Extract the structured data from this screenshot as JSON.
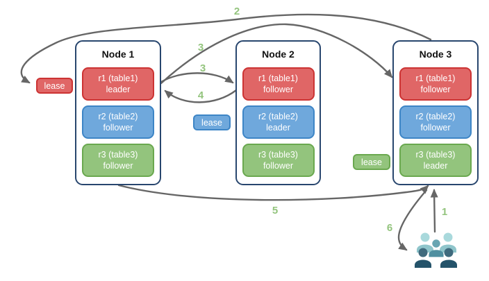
{
  "canvas": {
    "background": "#ffffff"
  },
  "nodes": [
    {
      "title": "Node 1",
      "replicas": [
        {
          "label": "r1 (table1)",
          "role": "leader",
          "color": "red"
        },
        {
          "label": "r2 (table2)",
          "role": "follower",
          "color": "blue"
        },
        {
          "label": "r3 (table3)",
          "role": "follower",
          "color": "green"
        }
      ]
    },
    {
      "title": "Node 2",
      "replicas": [
        {
          "label": "r1 (table1)",
          "role": "follower",
          "color": "red"
        },
        {
          "label": "r2 (table2)",
          "role": "leader",
          "color": "blue"
        },
        {
          "label": "r3 (table3)",
          "role": "follower",
          "color": "green"
        }
      ]
    },
    {
      "title": "Node 3",
      "replicas": [
        {
          "label": "r1 (table1)",
          "role": "follower",
          "color": "red"
        },
        {
          "label": "r2 (table2)",
          "role": "follower",
          "color": "blue"
        },
        {
          "label": "r3 (table3)",
          "role": "leader",
          "color": "green"
        }
      ]
    }
  ],
  "leases": [
    {
      "label": "lease",
      "color": "red"
    },
    {
      "label": "lease",
      "color": "blue"
    },
    {
      "label": "lease",
      "color": "green"
    }
  ],
  "steps": {
    "step1": "1",
    "step2": "2",
    "step3_long": "3",
    "step3_short": "3",
    "step4": "4",
    "step5": "5",
    "step6": "6"
  },
  "icons": {
    "clients_icon": "users-group-icon"
  },
  "colors": {
    "red_fill": "#e06666",
    "red_border": "#cc3333",
    "blue_fill": "#6fa8dc",
    "blue_border": "#3d85c6",
    "green_fill": "#93c47d",
    "green_border": "#6aa84f",
    "node_border": "#28466e",
    "arrow": "#666666",
    "step_label": "#93c47d",
    "people_light": "#a9d9dc",
    "people_mid": "#5d9fae",
    "people_dark": "#27546a"
  }
}
